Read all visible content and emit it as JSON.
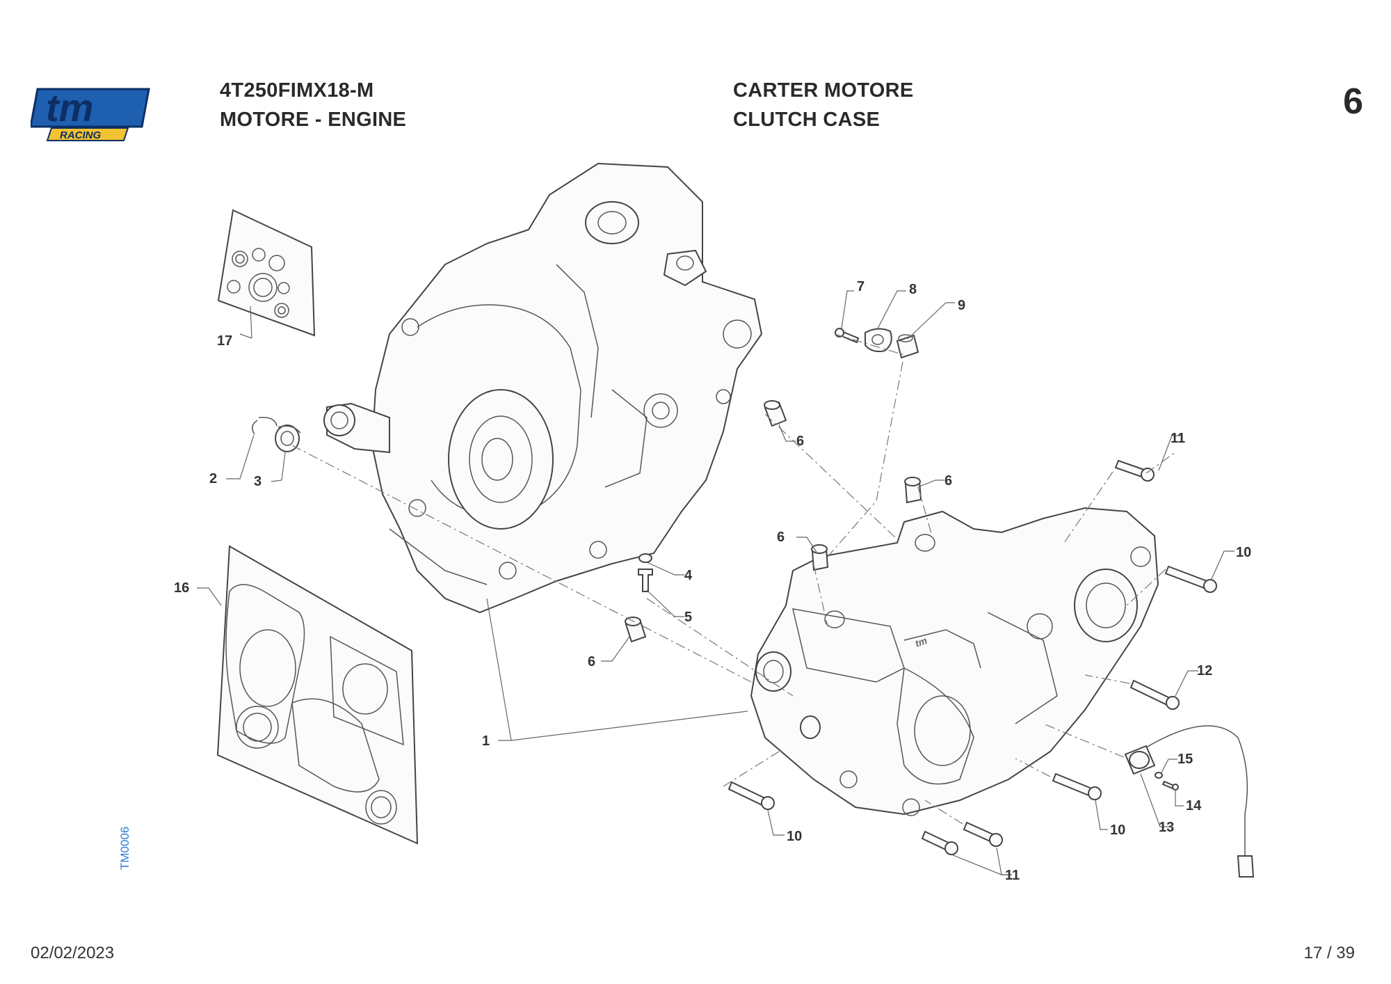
{
  "header": {
    "logo_text": "tm",
    "logo_sub": "RACING",
    "model_code": "4T250FIMX18-M",
    "section_name": "MOTORE - ENGINE",
    "group_title_it": "CARTER MOTORE",
    "group_title_en": "CLUTCH CASE",
    "table_number": "6"
  },
  "footer": {
    "date": "02/02/2023",
    "page": "17 / 39",
    "drawing_code": "TM0006"
  },
  "callouts": {
    "c1": "1",
    "c2": "2",
    "c3": "3",
    "c4": "4",
    "c5": "5",
    "c6a": "6",
    "c6b": "6",
    "c6c": "6",
    "c6d": "6",
    "c7": "7",
    "c8": "8",
    "c9": "9",
    "c10a": "10",
    "c10b": "10",
    "c10c": "10",
    "c11a": "11",
    "c11b": "11",
    "c12": "12",
    "c13": "13",
    "c14": "14",
    "c15": "15",
    "c16": "16",
    "c17": "17"
  },
  "colors": {
    "logo_blue": "#1f5fb0",
    "logo_yellow": "#f2c230",
    "code_blue": "#2c7bd6"
  }
}
